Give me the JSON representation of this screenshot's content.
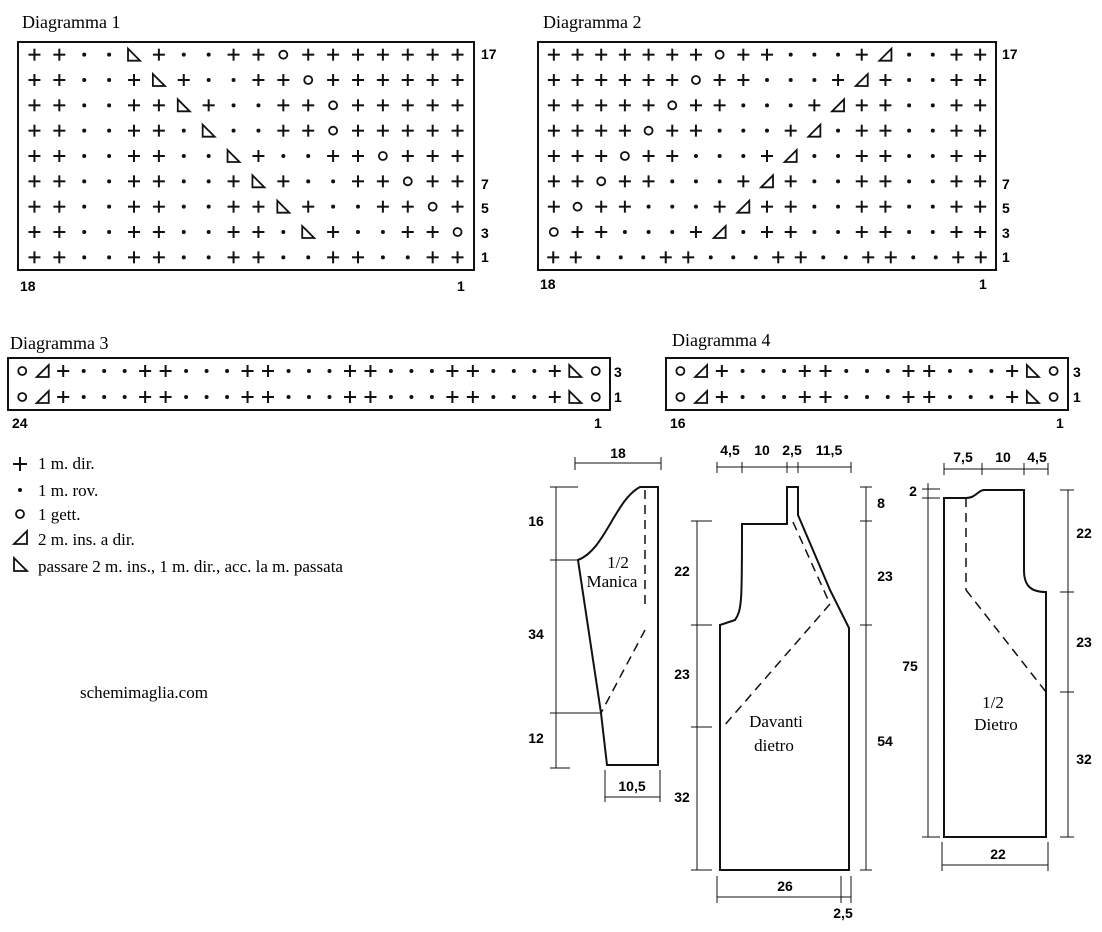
{
  "grids": [
    {
      "title": "Diagramma 1",
      "rows": [
        "++••◣+••++o+++++++",
        "++••+◣+••++o++++++",
        "++••++◣+••++o+++++",
        "++••++•◣••++o+++++",
        "++••++••◣+••++o+++",
        "++••++••+◣+••++o++",
        "++••++••++◣+••++o+",
        "++••++••++•◣+••++o",
        "++••++••++••++••++"
      ],
      "row_numbers": [
        "17",
        "",
        "",
        "",
        "",
        "7",
        "5",
        "3",
        "1"
      ],
      "col_left": "18",
      "col_right": "1"
    },
    {
      "title": "Diagramma 2",
      "rows": [
        "+++++++o++•••+◢••++",
        "++++++o++•••+◢+••++",
        "+++++o++•••+◢++••++",
        "++++o++•••+◢•++••++",
        "+++o++•••+◢••++••++",
        "++o++•••+◢+••++••++",
        "+o++•••+◢++••++••++",
        "o++•••+◢•++••++••++",
        "++•••++•••++••++••++"
      ],
      "row_numbers": [
        "17",
        "",
        "",
        "",
        "",
        "7",
        "5",
        "3",
        "1"
      ],
      "col_left": "18",
      "col_right": "1"
    },
    {
      "title": "Diagramma 3",
      "rows": [
        "o◢+•••++•••++•••++•••++•••+◣o",
        "o◢+•••++•••++•••++•••++•••+◣o"
      ],
      "row_numbers": [
        "3",
        "1"
      ],
      "col_left": "24",
      "col_right": "1"
    },
    {
      "title": "Diagramma 4",
      "rows": [
        "o◢+•••++•••++•••+◣o",
        "o◢+•••++•••++•••+◣o"
      ],
      "row_numbers": [
        "3",
        "1"
      ],
      "col_left": "16",
      "col_right": "1"
    }
  ],
  "legend": [
    {
      "symbol": "plus-icon",
      "text": "1 m. dir."
    },
    {
      "symbol": "dot-icon",
      "text": "1 m. rov."
    },
    {
      "symbol": "circle-icon",
      "text": "1 gett."
    },
    {
      "symbol": "right-triangle-icon",
      "text": "2 m. ins. a dir."
    },
    {
      "symbol": "left-triangle-icon",
      "text": "passare 2 m. ins., 1 m. dir., acc. la m. passata"
    }
  ],
  "site": "schemimaglia.com",
  "pieces": {
    "manica": {
      "label": "1/2\nManica",
      "dims": {
        "top": "18",
        "left_top": "16",
        "left_mid": "34",
        "left_bottom": "12",
        "bottom": "10,5"
      }
    },
    "davanti": {
      "label": "Davanti\ndietro",
      "dims": {
        "top_a": "4,5",
        "top_b": "10",
        "top_c": "2,5",
        "top_d": "11,5",
        "left_top": "22",
        "left_mid": "23",
        "left_bottom": "32",
        "right_top": "8",
        "right_mid": "23",
        "right_bottom": "54",
        "bottom": "26",
        "bottom_right": "2,5"
      }
    },
    "dietro": {
      "label": "1/2\nDietro",
      "dims": {
        "top_a": "7,5",
        "top_b": "10",
        "top_c": "4,5",
        "left_top": "2",
        "left_full": "75",
        "right_top": "22",
        "right_mid": "23",
        "right_bottom": "32",
        "bottom": "22"
      }
    }
  }
}
